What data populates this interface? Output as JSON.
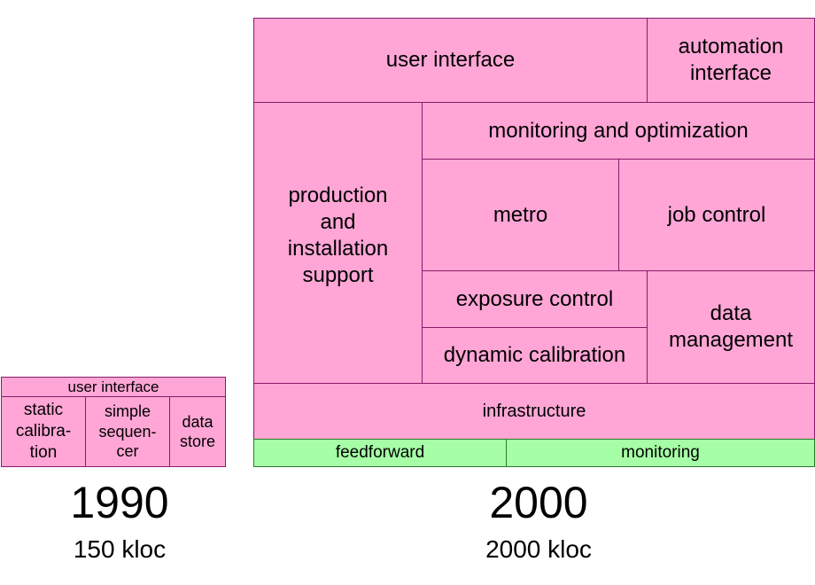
{
  "colors": {
    "pink": "#ffa6d6",
    "green": "#a6ffa6",
    "border": "#8a1a6a"
  },
  "diagram_1990": {
    "user_interface": "user interface",
    "static_calibration": "static\ncalibra-\ntion",
    "simple_sequencer": "simple\nsequen-\ncer",
    "data_store": "data\nstore",
    "year": "1990",
    "size": "150 kloc"
  },
  "diagram_2000": {
    "user_interface": "user interface",
    "automation_interface": "automation\ninterface",
    "production_support": "production\nand\ninstallation\nsupport",
    "monitoring_optimization": "monitoring and optimization",
    "metro": "metro",
    "job_control": "job control",
    "exposure_control": "exposure control",
    "dynamic_calibration": "dynamic calibration",
    "data_management": "data\nmanagement",
    "infrastructure": "infrastructure",
    "feedforward": "feedforward",
    "monitoring": "monitoring",
    "year": "2000",
    "size": "2000 kloc"
  }
}
